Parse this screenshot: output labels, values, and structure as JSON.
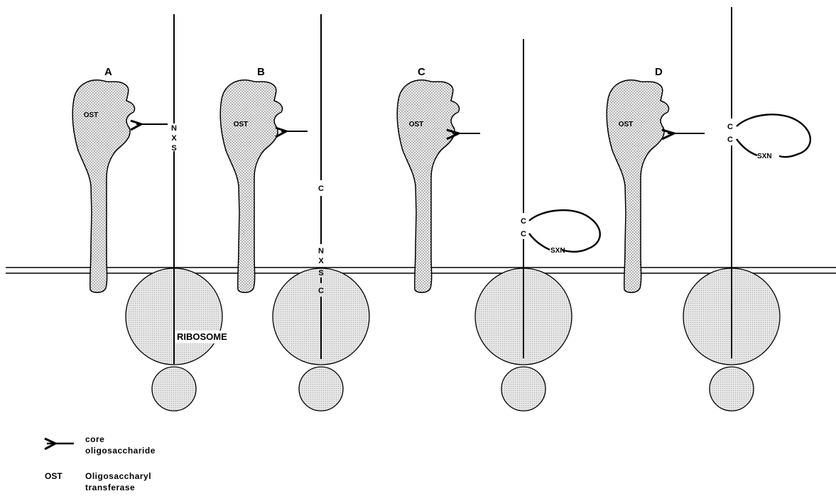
{
  "panels": [
    {
      "label": "A",
      "ost_label": "OST",
      "chain_letters": [
        "N",
        "X",
        "S"
      ],
      "ribosome_label": "RIBOSOME"
    },
    {
      "label": "B",
      "ost_label": "OST",
      "chain_letters": [
        "C",
        "N",
        "X",
        "S",
        "C"
      ]
    },
    {
      "label": "C",
      "ost_label": "OST",
      "chain_letters": [
        "C",
        "C"
      ],
      "loop_label": "SXN"
    },
    {
      "label": "D",
      "ost_label": "OST",
      "chain_letters": [
        "C",
        "C"
      ],
      "loop_label": "SXN"
    }
  ],
  "legend": {
    "core_line1": "core",
    "core_line2": "oligosaccharide",
    "ost_key": "OST",
    "ost_line1": "Oligosaccharyl",
    "ost_line2": "transferase"
  },
  "colors": {
    "ink": "#000000",
    "stipple_bg": "#f2f2f2",
    "stipple_dot": "#555555",
    "ribosome_fill": "#e6e6e6",
    "ribosome_dot": "#9a9a9a"
  }
}
